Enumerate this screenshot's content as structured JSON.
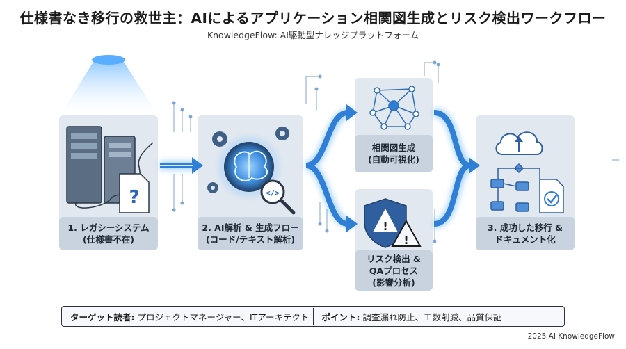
{
  "title": "仕様書なき移行の救世主：AIによるアプリケーション相関図生成とリスク検出ワークフロー",
  "subtitle": "KnowledgeFlow: AI駆動型ナレッジプラットフォーム",
  "steps": {
    "legacy": {
      "line1": "1. レガシーシステム",
      "line2": "(仕様書不在)"
    },
    "ai": {
      "line1": "2. AI解析 & 生成フロー",
      "line2": "(コード/テキスト解析)"
    },
    "diagram": {
      "line1": "相関図生成",
      "line2": "(自動可視化)"
    },
    "risk": {
      "line1": "リスク検出 &",
      "line2": "QAプロセス",
      "line3": "(影響分析)"
    },
    "success": {
      "line1": "3. 成功した移行 &",
      "line2": "ドキュメント化"
    }
  },
  "footer": {
    "audience_label": "ターゲット読者:",
    "audience_value": "プロジェクトマネージャー、ITアーキテクト",
    "points_label": "ポイント:",
    "points_value": "調査漏れ防止、工数削減、品質保証"
  },
  "copyright": "2025 AI KnowledgeFlow",
  "colors": {
    "accent": "#2f7fd6",
    "glow": "#8ec9ff",
    "card": "#e2e8ef",
    "dark": "#1f3f66"
  }
}
